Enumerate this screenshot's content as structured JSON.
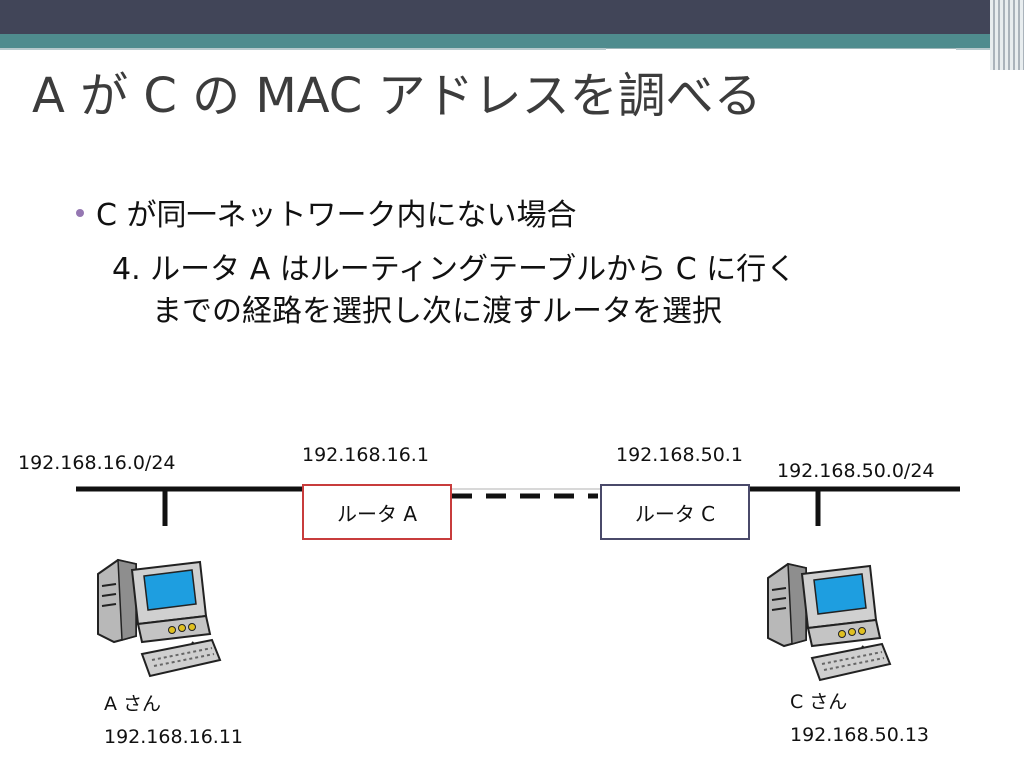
{
  "slide": {
    "title": "A が C の MAC アドレスを調べる",
    "bullet": "C が同一ネットワーク内にない場合",
    "step_line1": "4. ルータ A はルーティングテーブルから C に行く",
    "step_line2": "までの経路を選択し次に渡すルータを選択"
  },
  "diagram": {
    "network_left": "192.168.16.0/24",
    "network_right": "192.168.50.0/24",
    "router_a_ip": "192.168.16.1",
    "router_c_ip": "192.168.50.1",
    "router_a_label": "ルータ A",
    "router_c_label": "ルータ C",
    "host_a_name": "A さん",
    "host_a_ip": "192.168.16.11",
    "host_c_name": "C さん",
    "host_c_ip": "192.168.50.13"
  },
  "colors": {
    "header_dark": "#414558",
    "header_teal": "#4f8c8e",
    "bullet": "#9577b2",
    "router_a_border": "#c83c3c",
    "router_c_border": "#4a4a6a",
    "monitor_screen": "#1e9ee0"
  },
  "icons": [
    "computer-icon"
  ]
}
